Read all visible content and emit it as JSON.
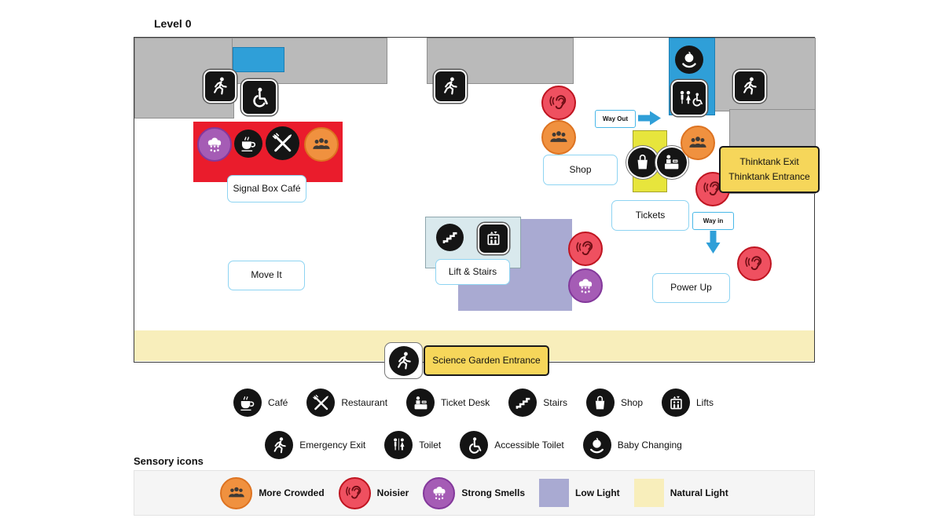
{
  "page": {
    "title": "Level 0",
    "sensory_section_title": "Sensory icons"
  },
  "map": {
    "rooms": {
      "signal_box_cafe": "Signal Box Café",
      "move_it": "Move It",
      "shop": "Shop",
      "tickets": "Tickets",
      "lift_stairs": "Lift & Stairs",
      "power_up": "Power Up"
    },
    "wayfinding": {
      "way_out": "Way Out",
      "way_in": "Way in",
      "thinktank_exit": "Thinktank Exit",
      "thinktank_entrance": "Thinktank Entrance",
      "science_garden_entrance": "Science Garden Entrance"
    }
  },
  "legend": {
    "facilities": [
      {
        "icon": "cafe-icon",
        "label": "Café"
      },
      {
        "icon": "restaurant-icon",
        "label": "Restaurant"
      },
      {
        "icon": "ticket-desk-icon",
        "label": "Ticket Desk"
      },
      {
        "icon": "stairs-icon",
        "label": "Stairs"
      },
      {
        "icon": "shop-icon",
        "label": "Shop"
      },
      {
        "icon": "lifts-icon",
        "label": "Lifts"
      },
      {
        "icon": "emergency-exit-icon",
        "label": "Emergency Exit"
      },
      {
        "icon": "toilet-icon",
        "label": "Toilet"
      },
      {
        "icon": "accessible-toilet-icon",
        "label": "Accessible Toilet"
      },
      {
        "icon": "baby-changing-icon",
        "label": "Baby Changing"
      }
    ],
    "sensory": [
      {
        "icon": "more-crowded-icon",
        "label": "More Crowded",
        "color": "#f0913f"
      },
      {
        "icon": "noisier-icon",
        "label": "Noisier",
        "color": "#ef5060"
      },
      {
        "icon": "strong-smells-icon",
        "label": "Strong Smells",
        "color": "#a55cb5"
      },
      {
        "icon": "low-light-swatch",
        "label": "Low Light",
        "color": "#a9aad2"
      },
      {
        "icon": "natural-light-swatch",
        "label": "Natural Light",
        "color": "#f8eebb"
      }
    ]
  },
  "colors": {
    "red_zone": "#ea1c2c",
    "yellow_zone": "#e7e53c",
    "low_light_zone": "#a9aad2",
    "natural_light_zone": "#f8eebb",
    "blue_block": "#2f9fd8",
    "wall_gray": "#bababa",
    "entrance_tag_yellow": "#f6d65a",
    "arrow_blue": "#2f9fd8"
  }
}
